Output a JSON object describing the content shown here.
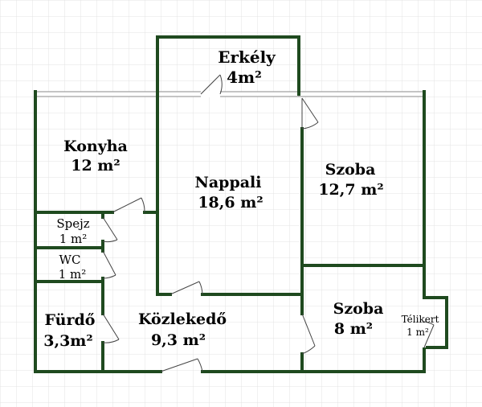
{
  "plan": {
    "wall_color": "#1f4a1f",
    "grid_color": "#e3e3e3",
    "window_color": "#8a8a8a",
    "rooms": {
      "erkely": {
        "name": "Erkély",
        "area": "4m²"
      },
      "konyha": {
        "name": "Konyha",
        "area": "12 m²"
      },
      "nappali": {
        "name": "Nappali",
        "area": "18,6 m²"
      },
      "szoba1": {
        "name": "Szoba",
        "area": "12,7 m²"
      },
      "spejz": {
        "name": "Spejz",
        "area": "1 m²"
      },
      "wc": {
        "name": "WC",
        "area": "1 m²"
      },
      "furdo": {
        "name": "Fürdő",
        "area": "3,3m²"
      },
      "kozlekedo": {
        "name": "Közlekedő",
        "area": "9,3 m²"
      },
      "szoba2": {
        "name": "Szoba",
        "area": "8 m²"
      },
      "telikert": {
        "name": "Télikert",
        "area": "1 m²"
      }
    }
  }
}
